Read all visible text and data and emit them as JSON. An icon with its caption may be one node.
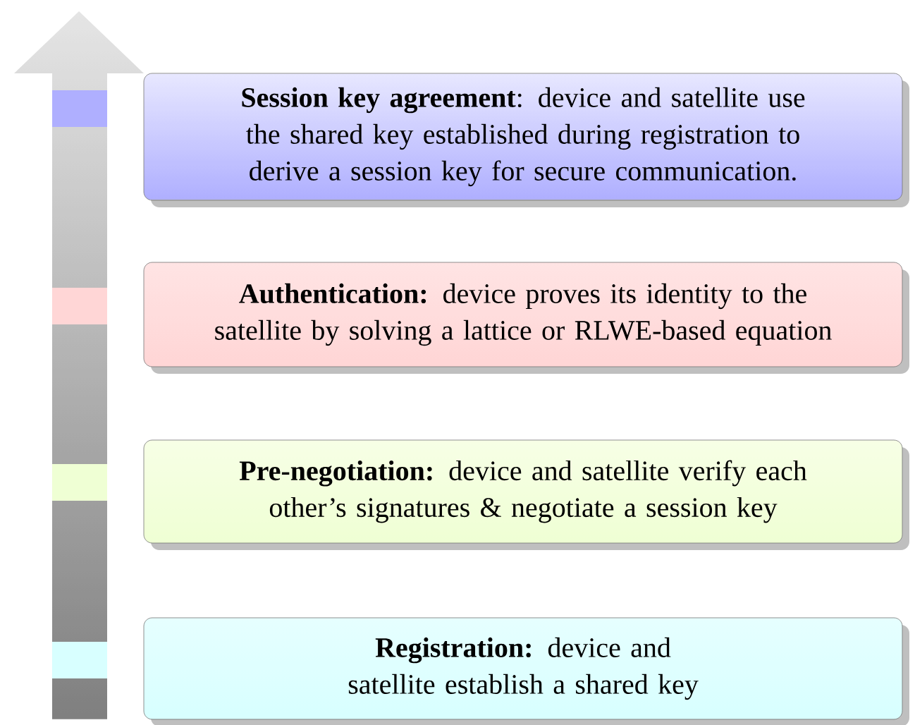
{
  "diagram": {
    "nodes": [
      {
        "text": [
          "**Session key agreement**: device and satellite use the shared key established during registration to derive a session key for secure communication."
        ]
      },
      {
        "text": [
          "**Authentication:** device proves its identity to the satellite by solving a lattice or RLWE-based equation"
        ]
      },
      {
        "text": [
          "**Pre-negotiation:** device and satellite verify each other’s signatures & negotiate a session key"
        ]
      },
      {
        "text": [
          "**Registration:** device and satellite establish a shared key"
        ]
      }
    ]
  }
}
